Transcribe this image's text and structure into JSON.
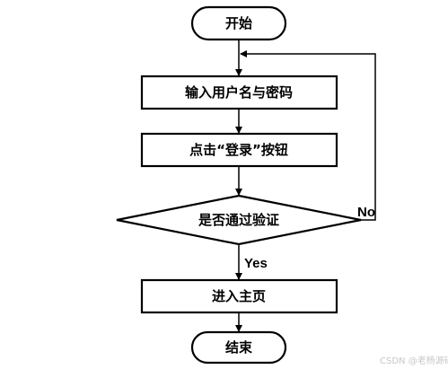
{
  "nodes": {
    "start": "开始",
    "input": "输入用户名与密码",
    "click": "点击“登录”按钮",
    "decision": "是否通过验证",
    "enter": "进入主页",
    "end": "结束"
  },
  "edges": {
    "yes": "Yes",
    "no": "No"
  },
  "watermark": "CSDN @老杨源码"
}
